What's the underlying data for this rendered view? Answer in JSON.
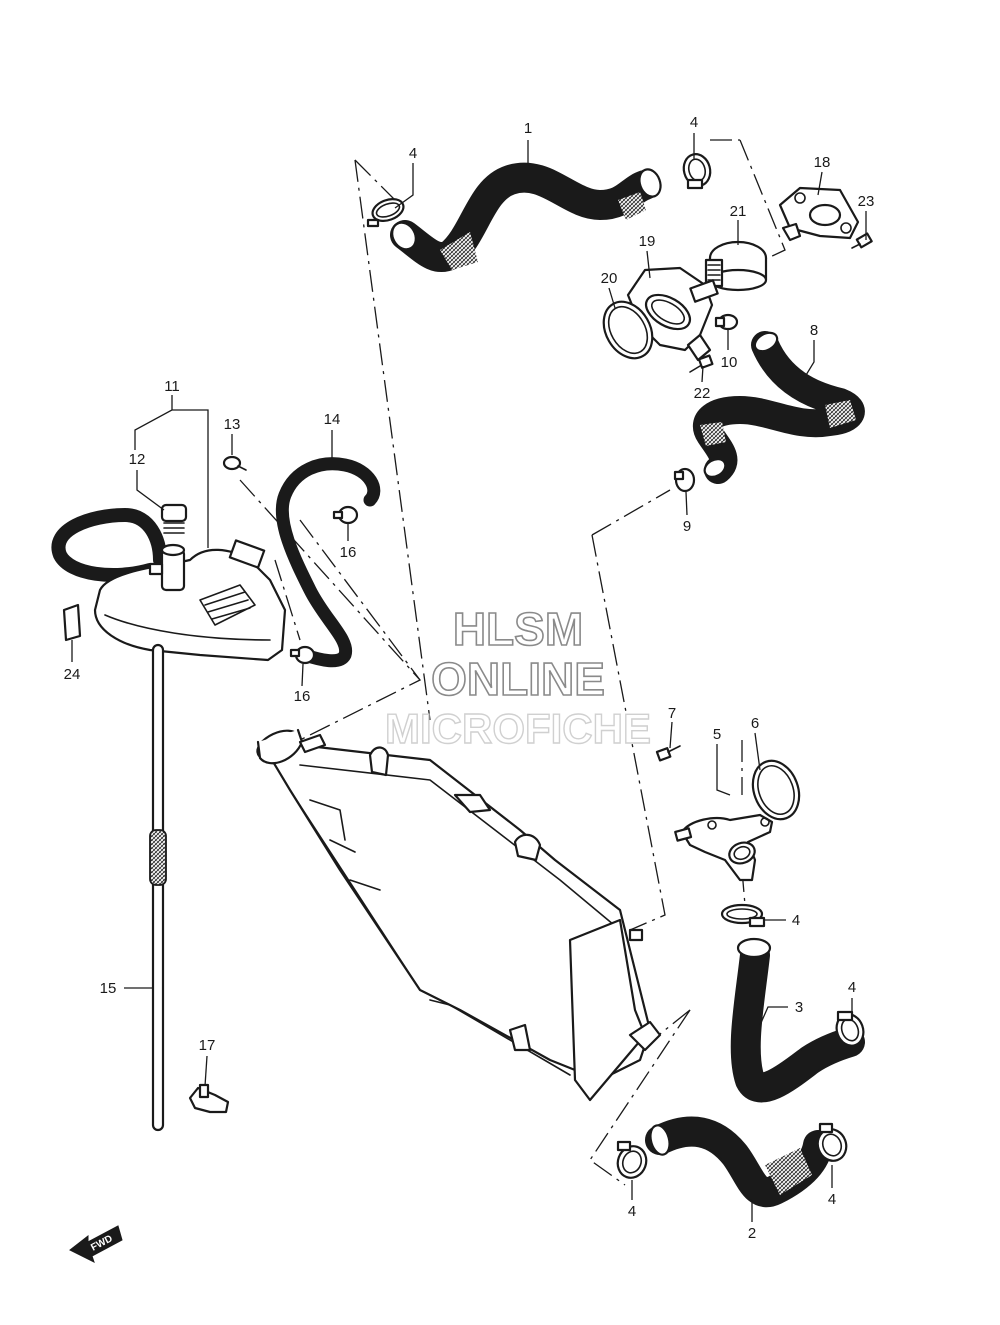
{
  "watermark": {
    "line1": "HLSM",
    "line2": "ONLINE",
    "line3": "MICROFICHE"
  },
  "fwd_label": "FWD",
  "callouts": {
    "c1": "1",
    "c2": "2",
    "c3": "3",
    "c4a": "4",
    "c4b": "4",
    "c4c": "4",
    "c4d": "4",
    "c4e": "4",
    "c4f": "4",
    "c5": "5",
    "c6": "6",
    "c7": "7",
    "c8": "8",
    "c9": "9",
    "c10": "10",
    "c11": "11",
    "c12": "12",
    "c13": "13",
    "c14": "14",
    "c15": "15",
    "c16a": "16",
    "c16b": "16",
    "c17": "17",
    "c18": "18",
    "c19": "19",
    "c20": "20",
    "c21": "21",
    "c22": "22",
    "c23": "23",
    "c24": "24"
  }
}
